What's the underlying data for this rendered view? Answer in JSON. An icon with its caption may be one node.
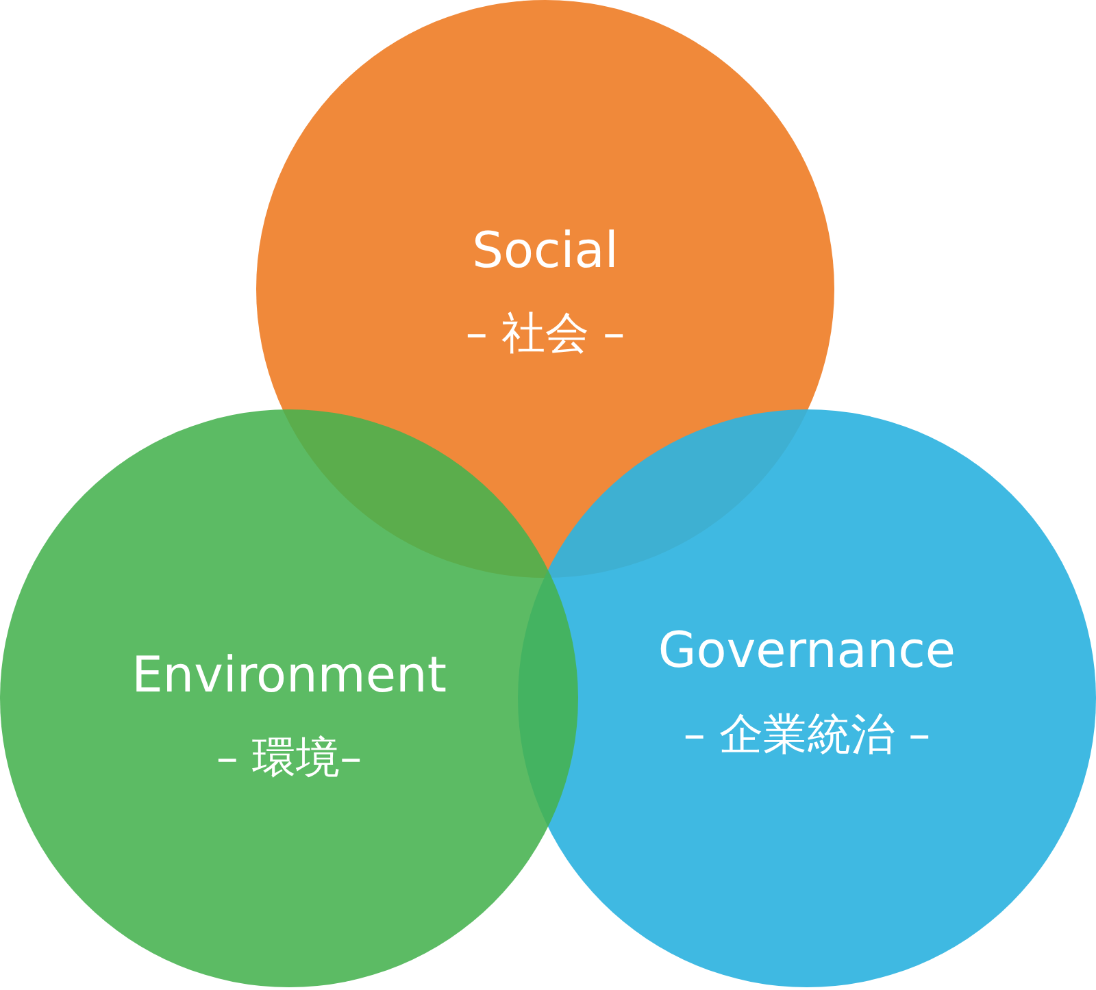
{
  "diagram": {
    "nodes": [
      {
        "text": [
          "Social",
          "– 社会 –"
        ]
      },
      {
        "text": [
          "Environment",
          "– 環境–"
        ]
      },
      {
        "text": [
          "Governance",
          "– 企業統治 –"
        ]
      }
    ]
  }
}
